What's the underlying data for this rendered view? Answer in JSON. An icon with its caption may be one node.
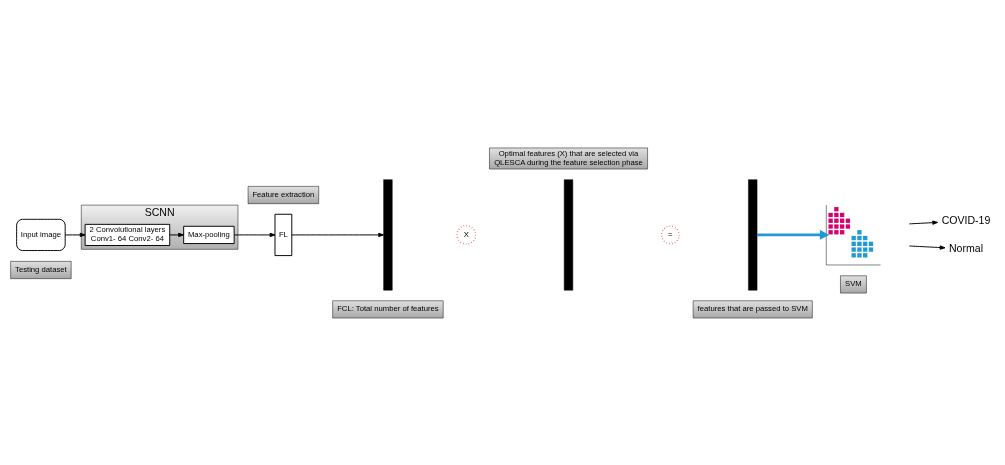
{
  "diagram": {
    "nodes": [
      {
        "text": [
          "Feature extraction"
        ]
      },
      {
        "text": [
          "Optimal features (X) that are selected via QLESCA during the feature selection phase"
        ]
      },
      {
        "text": [
          "Input image"
        ]
      },
      {
        "text": [
          "SCNN"
        ]
      },
      {
        "text": [
          "2 Convolutional layers Conv1- 64 Conv2- 64"
        ],
        "in": 3
      },
      {
        "text": [
          "Max-pooling"
        ],
        "in": 3
      },
      {
        "text": [
          "FL"
        ]
      },
      {
        "text": [],
        "shape": "bar"
      },
      {
        "text": [
          "X"
        ]
      },
      {
        "text": [],
        "shape": "bar"
      },
      {
        "text": [
          "="
        ]
      },
      {
        "text": [],
        "shape": "bar"
      },
      {
        "text": [],
        "shape": "picture"
      },
      {
        "text": [
          "COVID-19"
        ]
      },
      {
        "text": [
          "Normal"
        ]
      },
      {
        "text": [
          "Testing dataset"
        ]
      },
      {
        "text": [
          "FCL: Total number of features"
        ]
      },
      {
        "text": [
          "features that are passed to SVM"
        ]
      },
      {
        "text": [
          "SVM"
        ]
      }
    ],
    "edges": [
      {
        "from": 2,
        "to": 4,
        "arrow": "to"
      },
      {
        "from": 4,
        "to": 5,
        "arrow": "to"
      },
      {
        "from": 5,
        "to": 6,
        "arrow": "to"
      },
      {
        "from": 6,
        "to": 7,
        "arrow": "to"
      },
      {
        "from": 11,
        "to": 12,
        "arrow": "to",
        "style": "thick",
        "color": "#1e9ad6"
      },
      {
        "from": null,
        "to": 13,
        "arrow": "to"
      },
      {
        "from": null,
        "to": 14,
        "arrow": "to"
      }
    ]
  }
}
